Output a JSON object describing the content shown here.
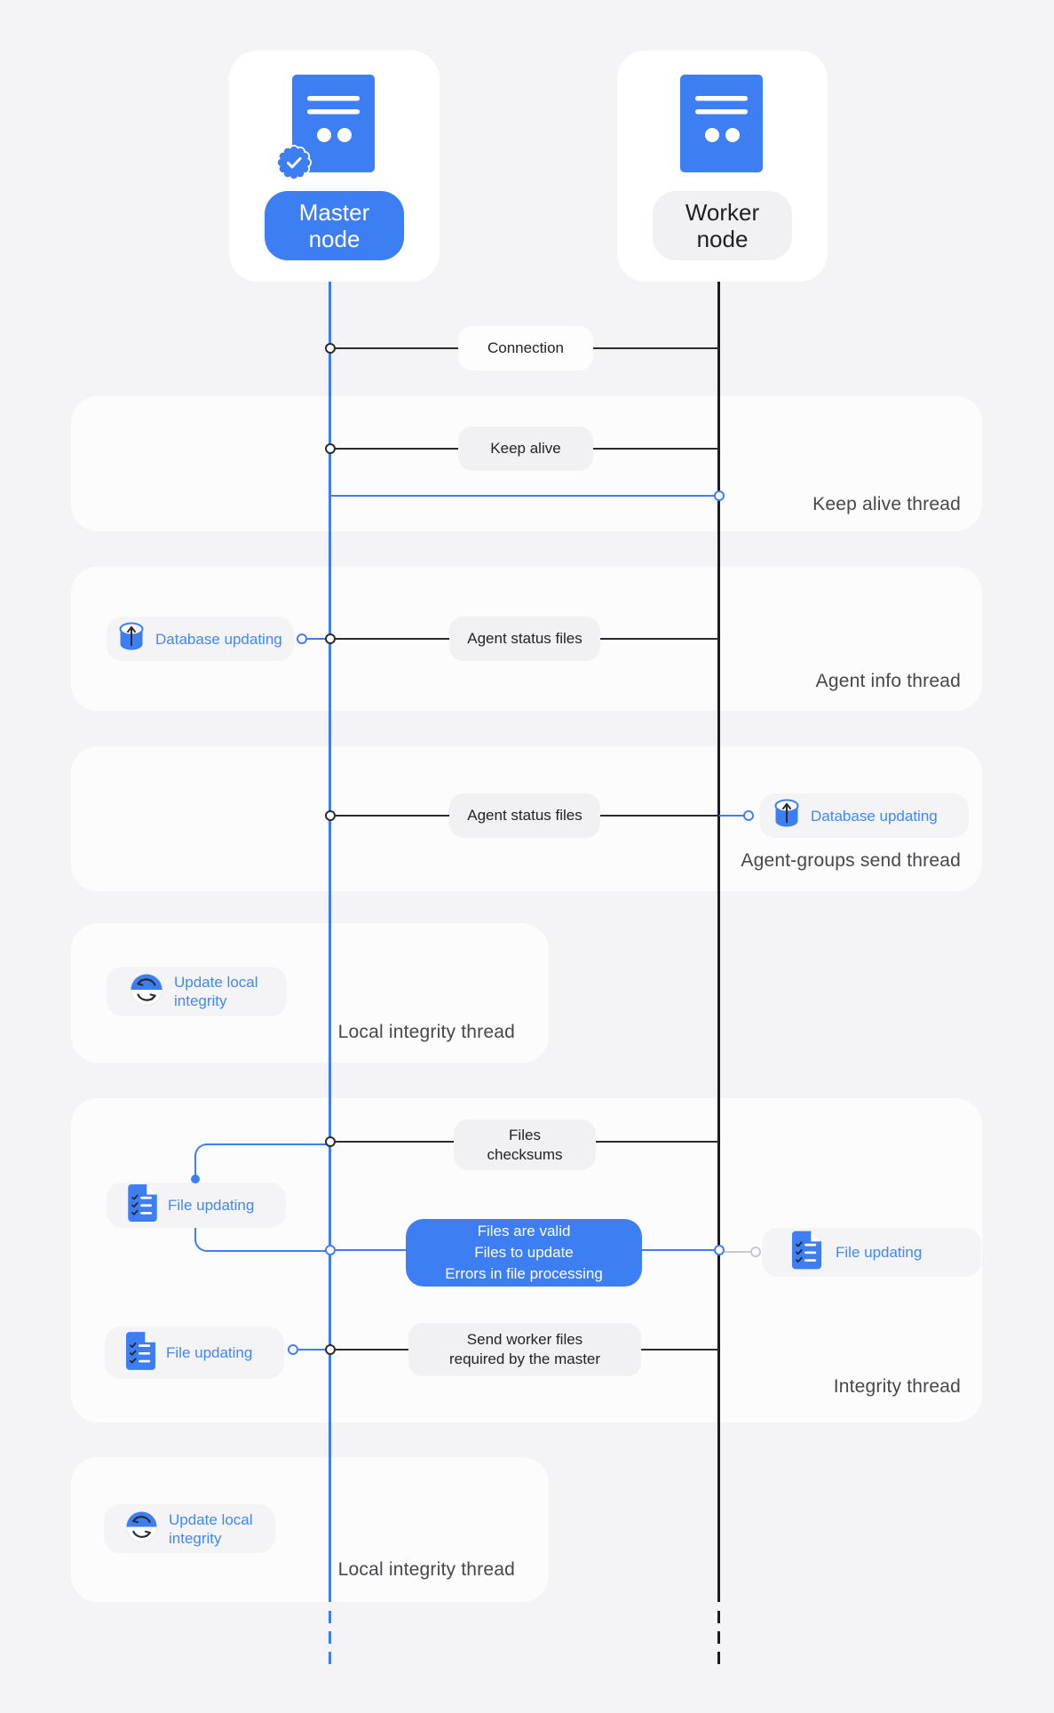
{
  "nodes": {
    "master": {
      "label_lines": [
        "Master",
        "node"
      ],
      "icon": "document-icon",
      "badge": "verified-seal-icon"
    },
    "worker": {
      "label_lines": [
        "Worker",
        "node"
      ],
      "icon": "document-icon"
    }
  },
  "messages": {
    "connection": {
      "label": "Connection"
    },
    "keep_alive": {
      "label": "Keep alive"
    },
    "agent_status_files_1": {
      "label": "Agent status files"
    },
    "agent_status_files_2": {
      "label": "Agent status files"
    },
    "files_checksums": {
      "lines": [
        "Files",
        "checksums"
      ]
    },
    "send_worker_files": {
      "lines": [
        "Send worker files",
        "required by the master"
      ]
    }
  },
  "tooltip": {
    "files_validation": {
      "lines": [
        "Files are valid",
        "Files to update",
        "Errors in file processing"
      ]
    }
  },
  "actions": {
    "database_updating_master": {
      "label": "Database updating",
      "icon": "database-icon"
    },
    "database_updating_worker": {
      "label": "Database updating",
      "icon": "database-icon"
    },
    "update_local_integrity_1": {
      "lines": [
        "Update local",
        "integrity"
      ],
      "icon": "sync-icon"
    },
    "update_local_integrity_2": {
      "lines": [
        "Update local",
        "integrity"
      ],
      "icon": "sync-icon"
    },
    "file_updating_1": {
      "label": "File updating",
      "icon": "file-check-icon"
    },
    "file_updating_2": {
      "label": "File updating",
      "icon": "file-check-icon"
    },
    "file_updating_worker": {
      "label": "File updating",
      "icon": "file-check-icon"
    }
  },
  "threads": [
    {
      "label": "Keep alive thread"
    },
    {
      "label": "Agent info thread"
    },
    {
      "label": "Agent-groups send thread"
    },
    {
      "label": "Local integrity thread"
    },
    {
      "label": "Integrity thread"
    },
    {
      "label": "Local integrity thread"
    }
  ],
  "colors": {
    "primary_blue": "#3d7ff2",
    "chip_text_blue": "#4187f5",
    "lifeline_dark": "#1c1c1f",
    "page_bg": "#f4f4f6",
    "panel_bg": "#fcfcfd",
    "pill_bg": "#f1f1f3",
    "tooltip_bg": "#3d7ef2",
    "thread_label_text": "#47474b"
  }
}
